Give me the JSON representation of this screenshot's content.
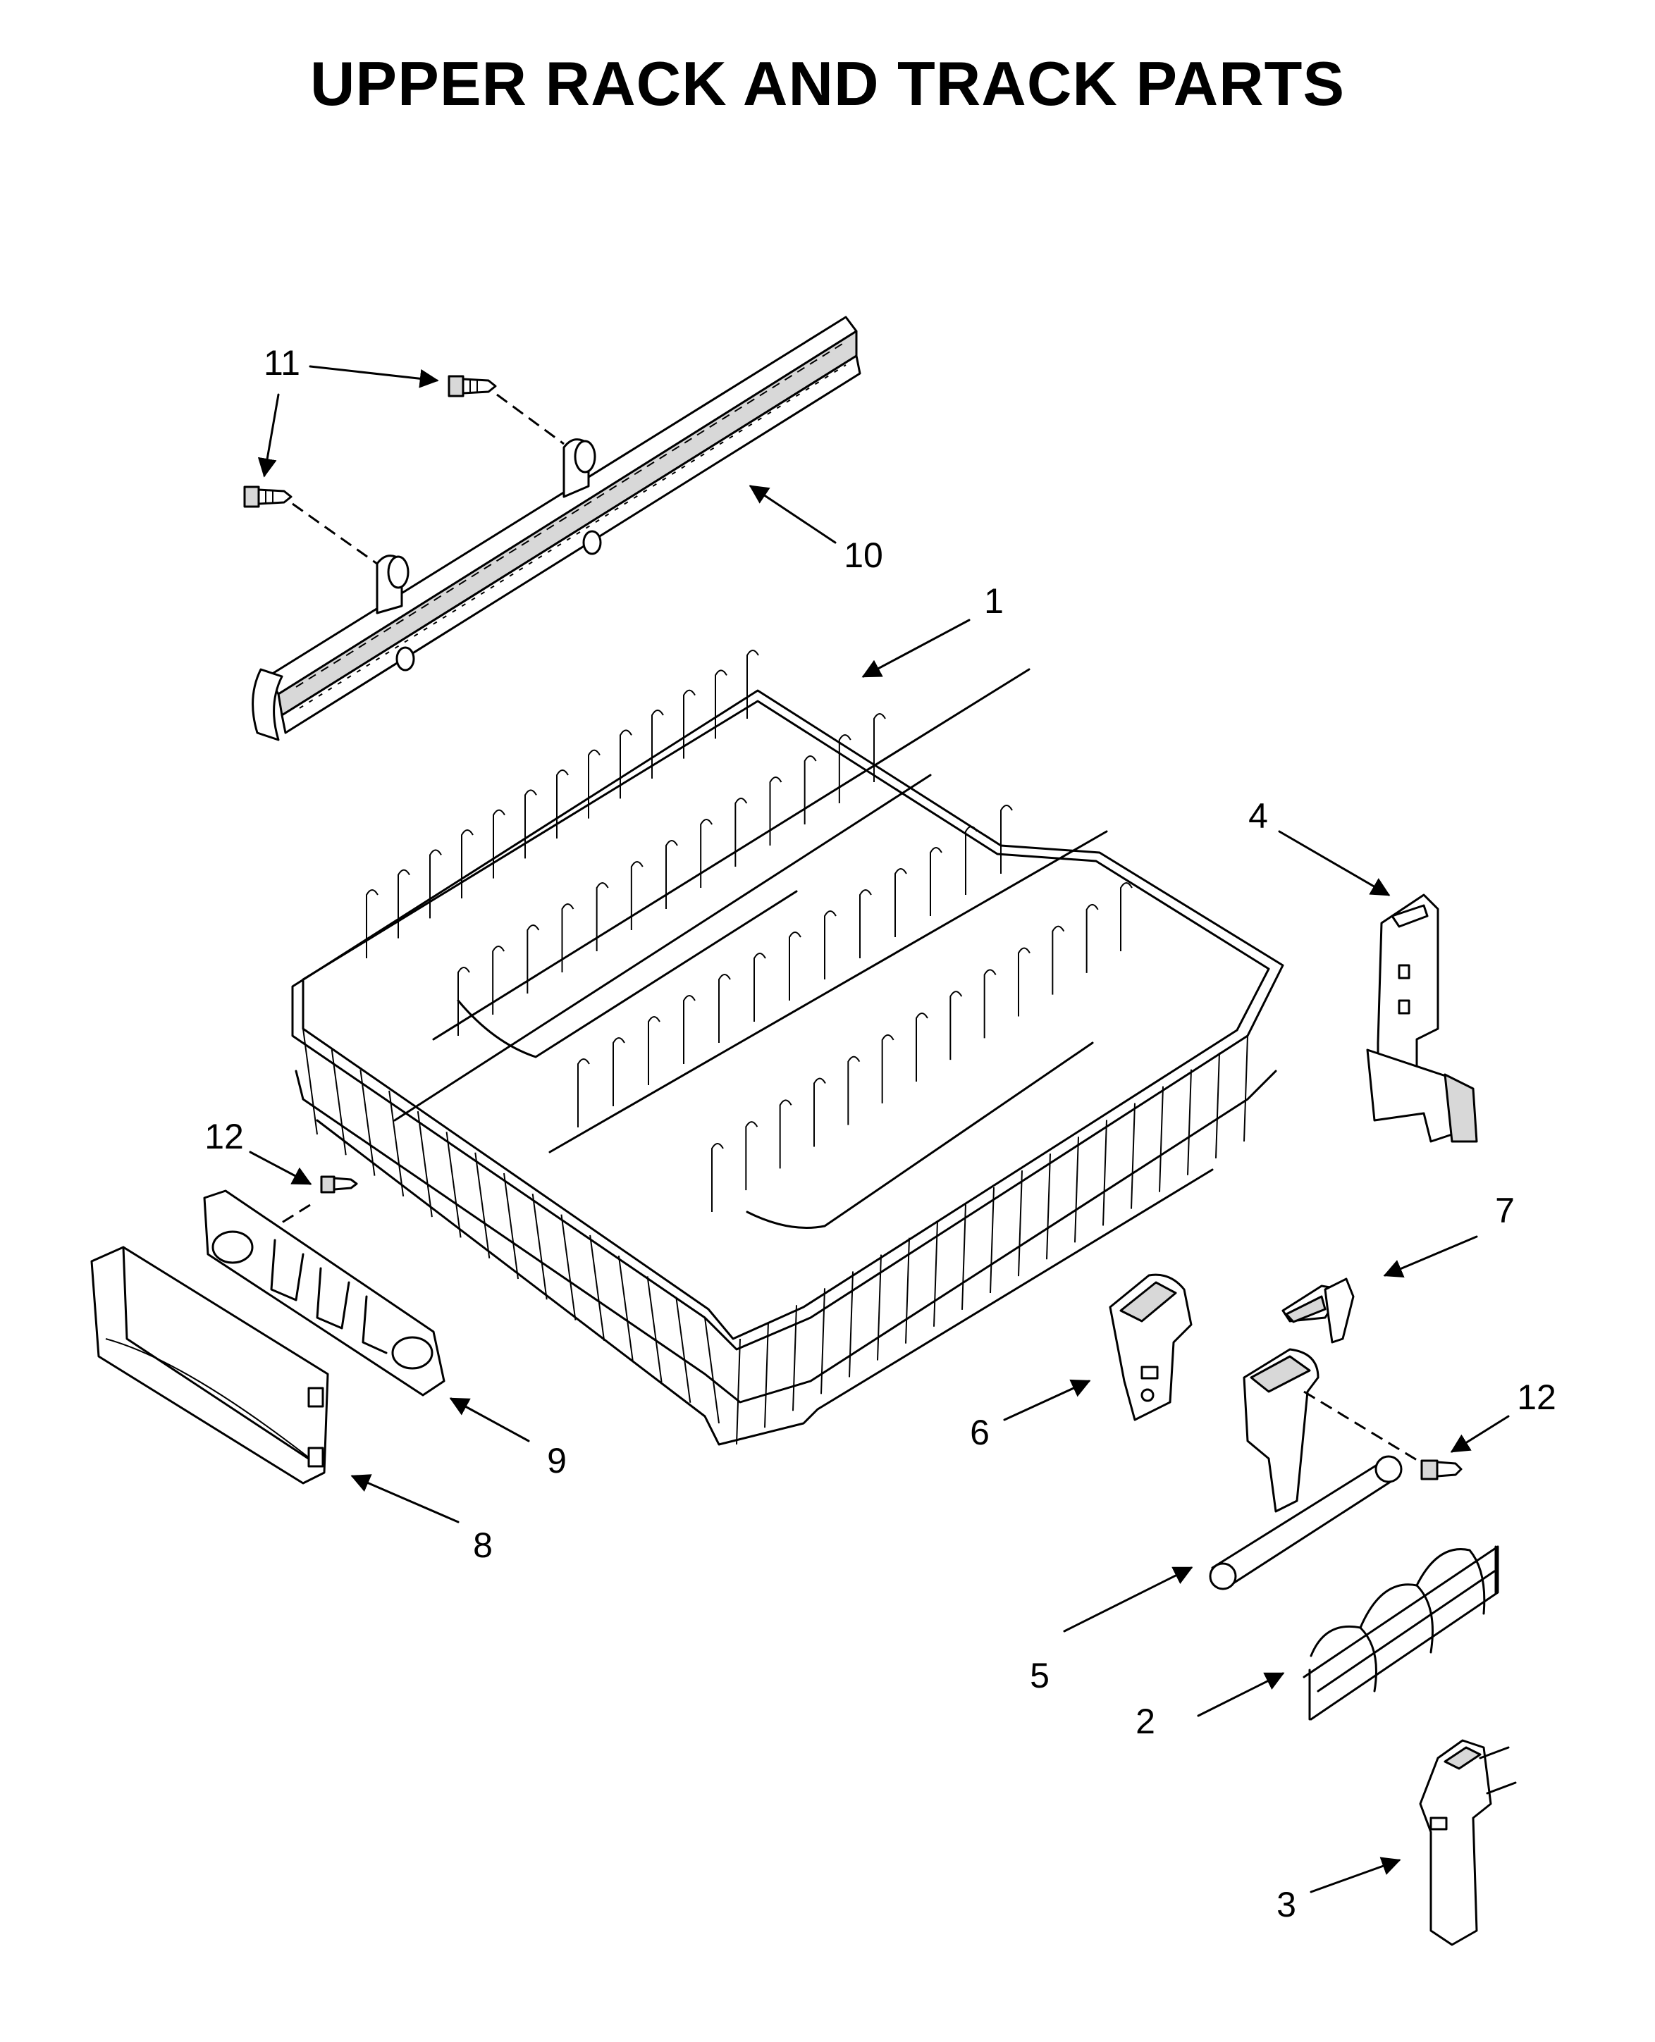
{
  "title": "UPPER RACK AND TRACK PARTS",
  "callouts": [
    {
      "label": "1"
    },
    {
      "label": "2"
    },
    {
      "label": "3"
    },
    {
      "label": "4"
    },
    {
      "label": "5"
    },
    {
      "label": "6"
    },
    {
      "label": "7"
    },
    {
      "label": "8"
    },
    {
      "label": "9"
    },
    {
      "label": "10"
    },
    {
      "label": "11"
    },
    {
      "label": "12"
    },
    {
      "label": "12"
    }
  ]
}
